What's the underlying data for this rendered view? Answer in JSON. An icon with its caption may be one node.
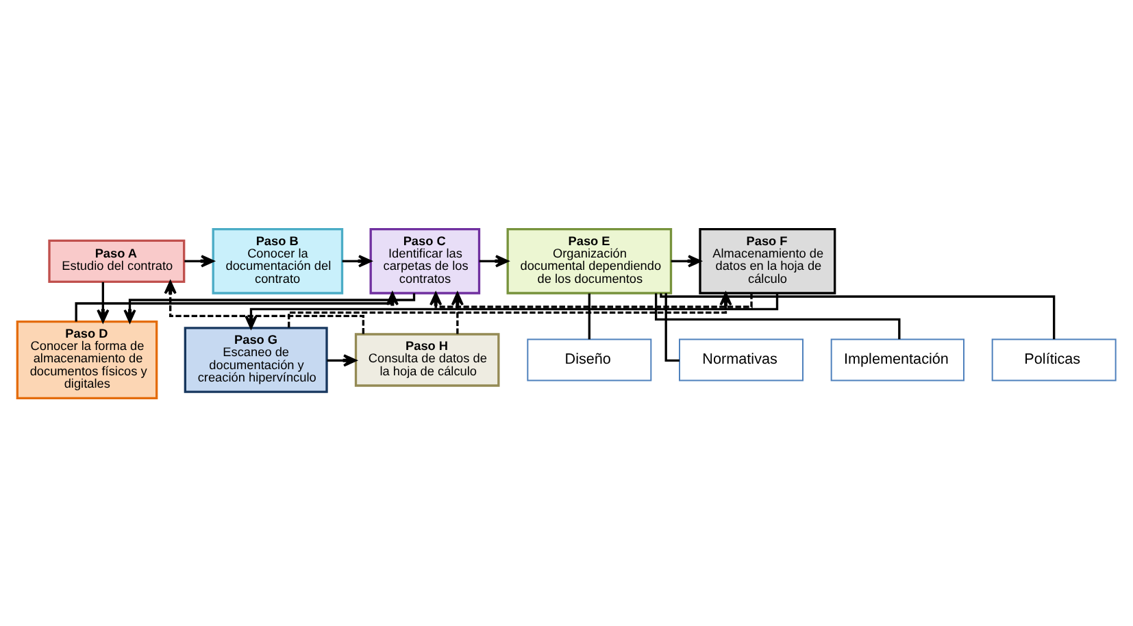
{
  "diagram": {
    "nodes": [
      {
        "text": [
          "Paso A",
          "Estudio del contrato"
        ]
      },
      {
        "text": [
          "Paso B",
          "Conocer la documentación del contrato"
        ]
      },
      {
        "text": [
          "Paso C",
          "Identificar las carpetas de los contratos"
        ]
      },
      {
        "text": [
          "Paso E",
          "Organización documental dependiendo de los documentos"
        ]
      },
      {
        "text": [
          "Paso F",
          "Almacenamiento de datos en la hoja de cálculo"
        ]
      },
      {
        "text": [
          "Paso D",
          "Conocer la forma de almacenamiento de documentos físicos y digitales"
        ]
      },
      {
        "text": [
          "Políticas"
        ]
      },
      {
        "text": [
          "Diseño"
        ]
      },
      {
        "text": [
          "Normativas"
        ]
      },
      {
        "text": [
          "Implementación"
        ]
      },
      {
        "text": [
          "Paso H",
          "Consulta de datos de la hoja de cálculo"
        ]
      },
      {
        "text": [
          "Paso G",
          "Escaneo de documentación y creación hipervínculo"
        ]
      }
    ],
    "edges": [
      {
        "from": 0,
        "to": 1,
        "arrow": "to"
      },
      {
        "from": 1,
        "to": 2,
        "arrow": "to"
      },
      {
        "from": 2,
        "to": 3,
        "arrow": "to"
      },
      {
        "from": 3,
        "to": 4,
        "arrow": "to"
      },
      {
        "from": 0,
        "to": 5,
        "arrow": "to"
      },
      {
        "from": 5,
        "to": 2,
        "arrow": "to"
      },
      {
        "from": 2,
        "to": 5,
        "arrow": "to"
      },
      {
        "from": 3,
        "to": 6,
        "arrow": "none"
      },
      {
        "from": 3,
        "to": 7,
        "arrow": "none"
      },
      {
        "from": 3,
        "to": 8,
        "arrow": "none"
      },
      {
        "from": 3,
        "to": 9,
        "arrow": "none"
      },
      {
        "from": 4,
        "to": 11,
        "arrow": "to"
      },
      {
        "from": 11,
        "to": 4,
        "arrow": "to",
        "style": "dashed"
      },
      {
        "from": 4,
        "to": 2,
        "arrow": "to",
        "style": "dashed"
      },
      {
        "from": 11,
        "to": 10,
        "arrow": "to"
      },
      {
        "from": 10,
        "to": 2,
        "arrow": "to",
        "style": "dashed"
      },
      {
        "from": 10,
        "to": 0,
        "arrow": "to",
        "style": "dashed"
      }
    ]
  }
}
